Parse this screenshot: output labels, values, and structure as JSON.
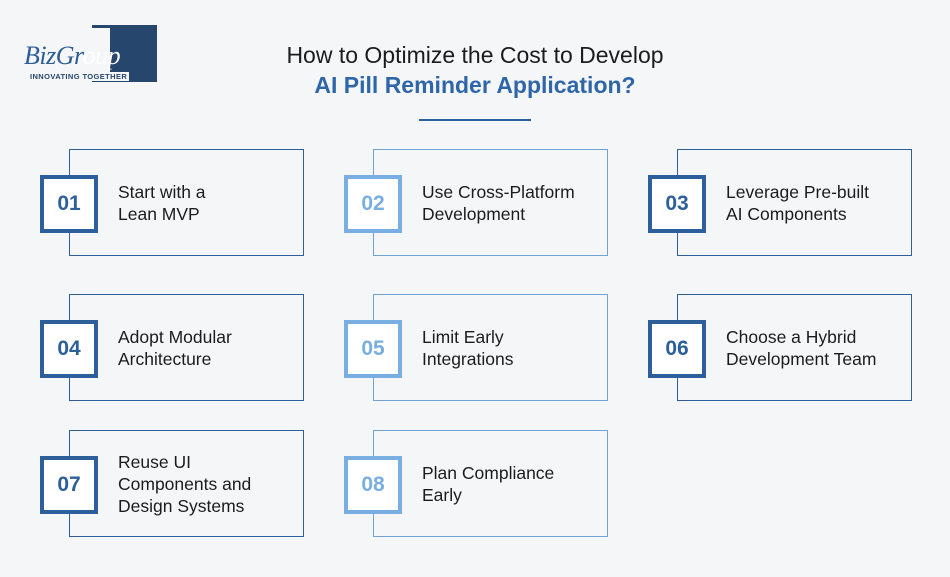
{
  "logo": {
    "name_part1": "Biz",
    "name_part2": "Gr",
    "name_part3": "oup",
    "tagline": "INNOVATING TOGETHER"
  },
  "title": {
    "line1": "How to Optimize the Cost to Develop",
    "line2": "AI Pill Reminder Application?"
  },
  "steps": [
    {
      "number": "01",
      "text": "Start with a\nLean MVP"
    },
    {
      "number": "02",
      "text": "Use Cross-Platform\nDevelopment"
    },
    {
      "number": "03",
      "text": "Leverage Pre-built\nAI Components"
    },
    {
      "number": "04",
      "text": "Adopt Modular\nArchitecture"
    },
    {
      "number": "05",
      "text": "Limit Early\nIntegrations"
    },
    {
      "number": "06",
      "text": "Choose a Hybrid\nDevelopment Team"
    },
    {
      "number": "07",
      "text": "Reuse UI\nComponents and\nDesign Systems"
    },
    {
      "number": "08",
      "text": "Plan Compliance\nEarly"
    }
  ],
  "colors": {
    "primary": "#2d5f9a",
    "light": "#78aee2",
    "heading_accent": "#2f66a8"
  }
}
